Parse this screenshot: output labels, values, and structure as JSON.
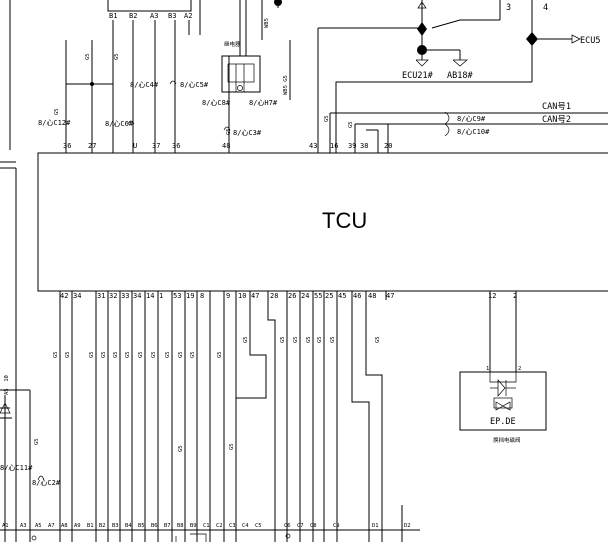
{
  "ecu": {
    "title": "TCU"
  },
  "connectors": {
    "ecu21": "ECU21#",
    "ab18": "AB18#",
    "ecu5": "ECU5",
    "can1": "CAN号1",
    "can2": "CAN号2",
    "n3": "3",
    "n4": "4"
  },
  "module": {
    "name": "EP.DE",
    "sub": "换挡电磁阀"
  },
  "splices": {
    "c12": "8/心C12#",
    "c6": "8/心C6#",
    "c4": "8/心C4#",
    "c5": "8/心C5#",
    "c3": "8/心C3#",
    "c9": "8/心C9#",
    "c10": "8/心C10#",
    "c8": "8/心C8#",
    "h7": "8/心H7#",
    "c11": "8/心C11#",
    "c2": "8/心C2#"
  },
  "top_plug": {
    "b1": "B1",
    "b2": "B2",
    "a3": "A3",
    "b3": "B3",
    "a2": "A2"
  },
  "top_pins": [
    "36",
    "27",
    "U",
    "37",
    "36",
    "48",
    "43",
    "16",
    "39",
    "38",
    "20"
  ],
  "bottom_pins": [
    "42",
    "34",
    "31",
    "32",
    "33",
    "34",
    "14",
    "1",
    "53",
    "19",
    "8",
    "9",
    "10",
    "47",
    "28",
    "26",
    "24",
    "55",
    "25",
    "45",
    "46",
    "48",
    "47",
    "12",
    "2"
  ],
  "module_pins": [
    "1",
    "2"
  ],
  "top_wire_labels": [
    "G5",
    "G5",
    "G5",
    "G5",
    "G5",
    "G5",
    "G5",
    "G5"
  ],
  "bottom_wire_labels": [
    "G5",
    "G5",
    "G5",
    "G5",
    "G5",
    "G5",
    "G5",
    "G5",
    "G5",
    "G5",
    "G5",
    "G5",
    "G5",
    "G5",
    "G5",
    "G5",
    "G5",
    "G5",
    "G5",
    "G5",
    "G5"
  ],
  "bottom_plug": [
    "A1",
    "A3",
    "A5",
    "A7",
    "A8",
    "A9",
    "B1",
    "B2",
    "B3",
    "B4",
    "B5",
    "B6",
    "B7",
    "B8",
    "B9",
    "C1",
    "C2",
    "C3",
    "C4",
    "C5",
    "C6",
    "C7",
    "C8",
    "C9",
    "D1",
    "D2"
  ]
}
